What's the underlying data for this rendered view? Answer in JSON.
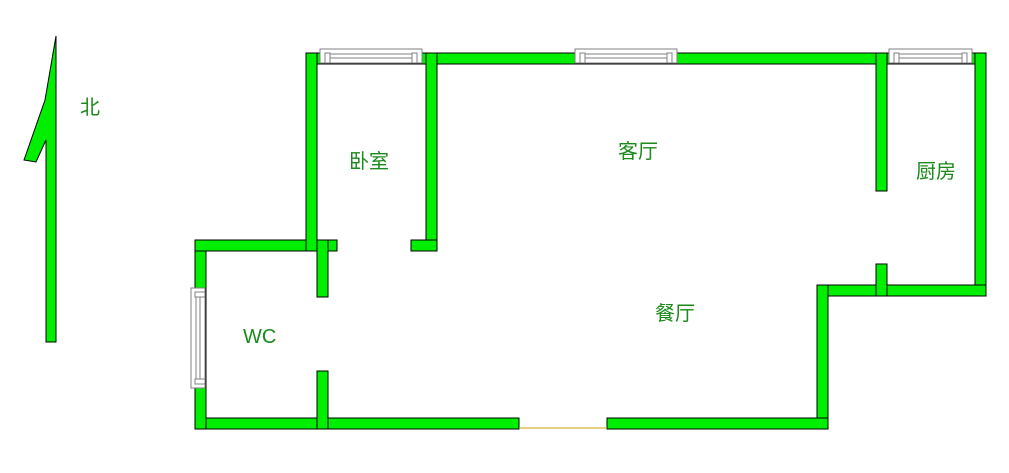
{
  "colors": {
    "wall": "#00ee00",
    "wall_outline": "#000000",
    "label": "#1a8a1a",
    "window_frame": "#808080",
    "door_line": "#c8a000",
    "background": "#ffffff"
  },
  "compass": {
    "label": "北",
    "icon": "north-arrow-icon"
  },
  "rooms": {
    "bedroom": "卧室",
    "living_room": "客厅",
    "kitchen": "厨房",
    "dining_room": "餐厅",
    "wc": "WC"
  }
}
